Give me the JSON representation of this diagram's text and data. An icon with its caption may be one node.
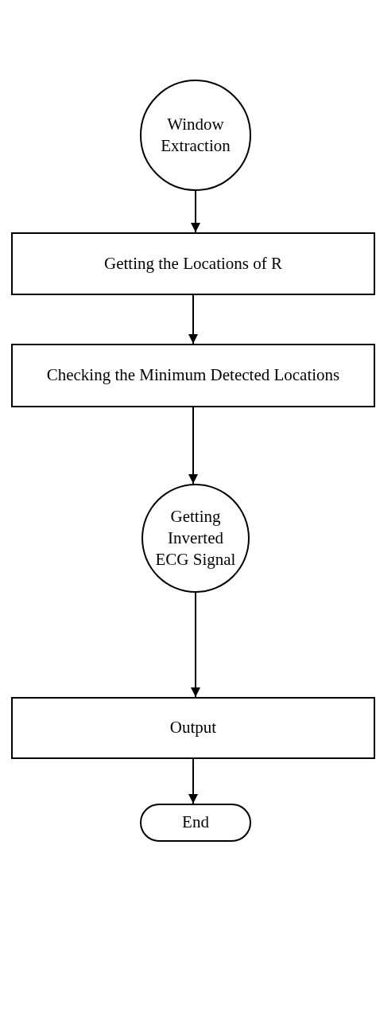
{
  "diagram": {
    "nodes": [
      {
        "text": [
          "Window Extraction"
        ]
      },
      {
        "text": [
          "Getting the Locations of R"
        ]
      },
      {
        "text": [
          "Checking the Minimum Detected Locations"
        ]
      },
      {
        "text": [
          "Getting Inverted ECG Signal"
        ]
      },
      {
        "text": [
          "Output"
        ]
      },
      {
        "text": [
          "End"
        ]
      }
    ],
    "edges": [
      {
        "from": 0,
        "to": 1,
        "arrow": "to"
      },
      {
        "from": 1,
        "to": 2,
        "arrow": "to"
      },
      {
        "from": 2,
        "to": 3,
        "arrow": "to"
      },
      {
        "from": 3,
        "to": 4,
        "arrow": "to"
      },
      {
        "from": 4,
        "to": 5,
        "arrow": "to"
      }
    ]
  }
}
